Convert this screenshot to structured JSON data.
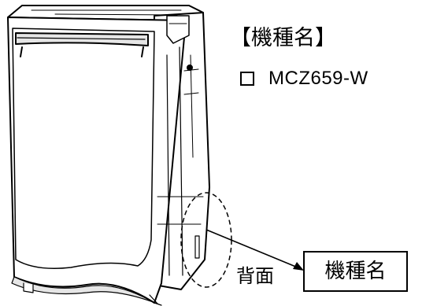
{
  "heading": {
    "text": "【機種名】"
  },
  "model_option": {
    "label": "MCZ659-W",
    "checked": false
  },
  "back_label": {
    "text": "背面"
  },
  "label_box": {
    "text": "機種名"
  },
  "colors": {
    "line": "#000000",
    "background": "#ffffff"
  }
}
